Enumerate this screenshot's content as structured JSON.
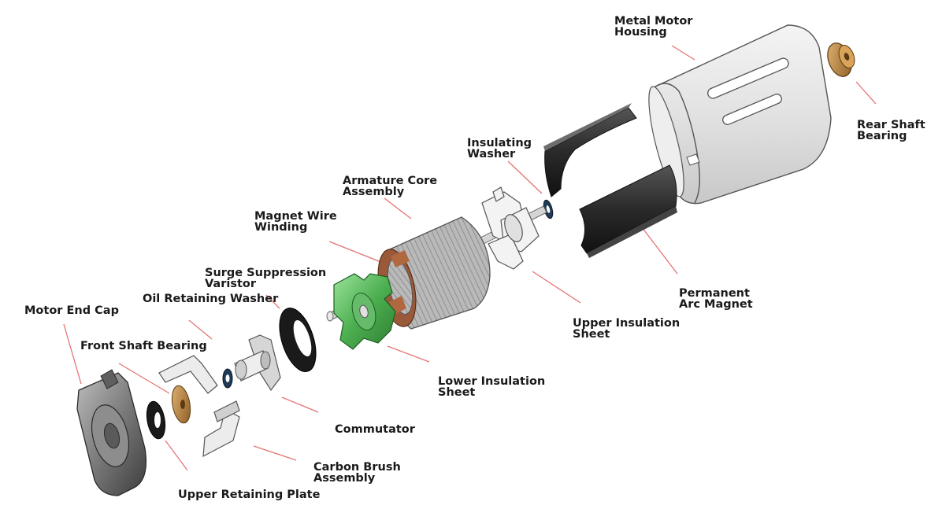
{
  "diagram": {
    "labels": {
      "metal_motor_housing": [
        "Metal Motor",
        "Housing"
      ],
      "rear_shaft_bearing": [
        "Rear Shaft",
        "Bearing"
      ],
      "insulating_washer": [
        "Insulating",
        "Washer"
      ],
      "armature_core_assembly": [
        "Armature Core",
        "Assembly"
      ],
      "magnet_wire_winding": [
        "Magnet Wire",
        "Winding"
      ],
      "surge_suppression_varistor": [
        "Surge Suppression",
        "Varistor"
      ],
      "oil_retaining_washer": "Oil Retaining Washer",
      "motor_end_cap": "Motor End Cap",
      "front_shaft_bearing": "Front Shaft Bearing",
      "permanent_arc_magnet": [
        "Permanent",
        "Arc Magnet"
      ],
      "upper_insulation_sheet": [
        "Upper Insulation",
        "Sheet"
      ],
      "lower_insulation_sheet": [
        "Lower Insulation",
        "Sheet"
      ],
      "commutator": "Commutator",
      "carbon_brush_assembly": [
        "Carbon Brush",
        "Assembly"
      ],
      "upper_retaining_plate": "Upper Retaining Plate"
    },
    "colors": {
      "leader_line": "#e57373",
      "label_text": "#1a1a1a",
      "housing": "#e6e6e6",
      "magnet": "#2f2f2f",
      "armature": "#b8b8b8",
      "winding": "#9a5a3a",
      "lower_insulation": "#5cb85c",
      "bearing": "#c08a3e",
      "end_cap": "#7a7a7a"
    }
  }
}
